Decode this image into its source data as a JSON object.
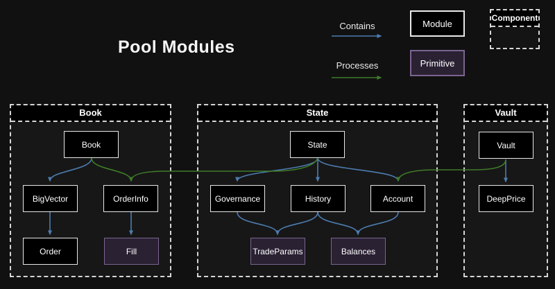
{
  "title": "Pool Modules",
  "legend": {
    "contains_label": "Contains",
    "processes_label": "Processes",
    "module_label": "Module",
    "primitive_label": "Primitive",
    "component_label": "Component"
  },
  "colors": {
    "background": "#111111",
    "container_background": "#171717",
    "dashed_border": "#d6d6d6",
    "module_fill": "#000000",
    "module_border": "#e9e9e9",
    "primitive_fill": "#2a2133",
    "primitive_border": "#7b6590",
    "contains_arrow_blue": "#4d7cb0",
    "processes_arrow_green": "#3f7c28",
    "text": "#ffffff"
  },
  "containers": [
    {
      "title": "Book",
      "nodes": [
        {
          "label": "Book",
          "kind": "module"
        },
        {
          "label": "BigVector",
          "kind": "module"
        },
        {
          "label": "OrderInfo",
          "kind": "module"
        },
        {
          "label": "Order",
          "kind": "module"
        },
        {
          "label": "Fill",
          "kind": "primitive"
        }
      ]
    },
    {
      "title": "State",
      "nodes": [
        {
          "label": "State",
          "kind": "module"
        },
        {
          "label": "Governance",
          "kind": "module"
        },
        {
          "label": "History",
          "kind": "module"
        },
        {
          "label": "Account",
          "kind": "module"
        },
        {
          "label": "TradeParams",
          "kind": "primitive"
        },
        {
          "label": "Balances",
          "kind": "primitive"
        }
      ]
    },
    {
      "title": "Vault",
      "nodes": [
        {
          "label": "Vault",
          "kind": "module"
        },
        {
          "label": "DeepPrice",
          "kind": "module"
        }
      ]
    }
  ],
  "edges": [
    {
      "from": "Book",
      "to": "BigVector",
      "relation": "contains"
    },
    {
      "from": "BigVector",
      "to": "Order",
      "relation": "contains"
    },
    {
      "from": "OrderInfo",
      "to": "Fill",
      "relation": "contains"
    },
    {
      "from": "State",
      "to": "Governance",
      "relation": "contains"
    },
    {
      "from": "State",
      "to": "History",
      "relation": "contains"
    },
    {
      "from": "State",
      "to": "Account",
      "relation": "contains"
    },
    {
      "from": "Governance",
      "to": "TradeParams",
      "relation": "contains"
    },
    {
      "from": "History",
      "to": "TradeParams",
      "relation": "contains"
    },
    {
      "from": "History",
      "to": "Balances",
      "relation": "contains"
    },
    {
      "from": "Account",
      "to": "Balances",
      "relation": "contains"
    },
    {
      "from": "Vault",
      "to": "DeepPrice",
      "relation": "contains"
    },
    {
      "from": "Book",
      "to": "OrderInfo",
      "relation": "processes"
    },
    {
      "from": "State",
      "to": "OrderInfo",
      "relation": "processes"
    },
    {
      "from": "Vault",
      "to": "Account",
      "relation": "processes"
    }
  ]
}
